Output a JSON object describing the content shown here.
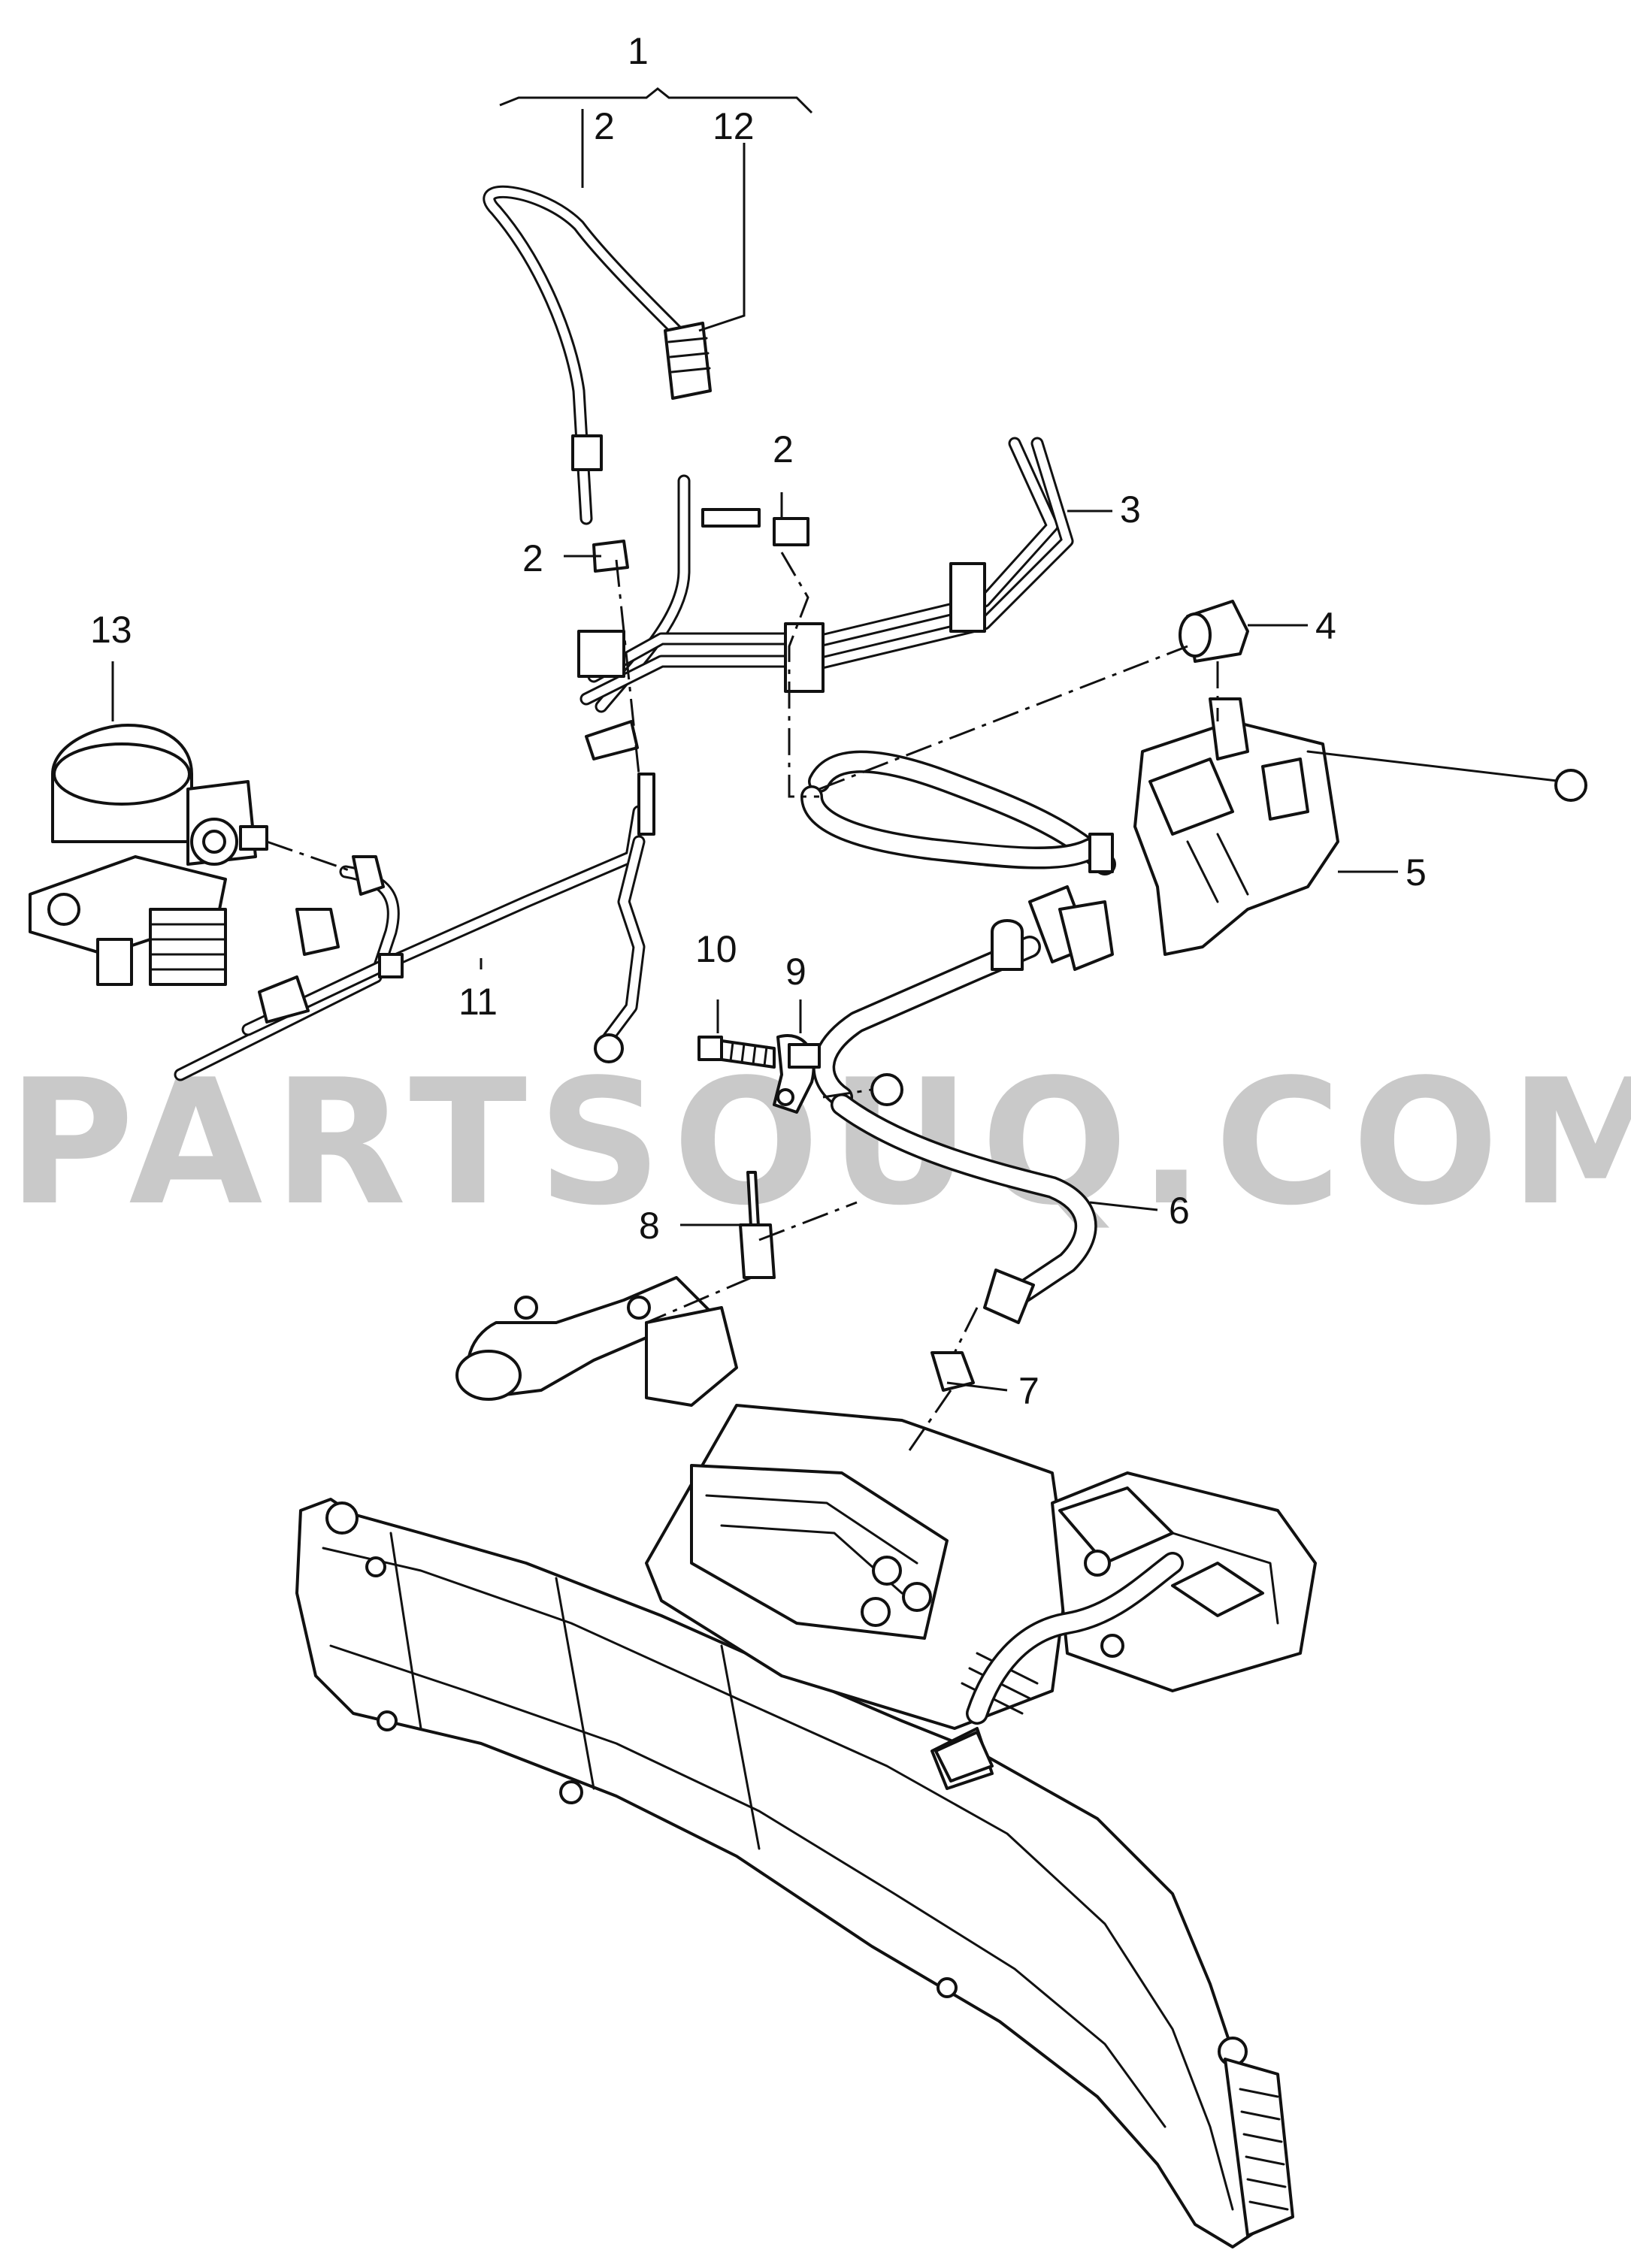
{
  "watermark": "PARTSOUQ.COM",
  "callouts": {
    "c1": "1",
    "c2a": "2",
    "c12": "12",
    "c2b": "2",
    "c2c": "2",
    "c3": "3",
    "c4": "4",
    "c5": "5",
    "c6": "6",
    "c7": "7",
    "c8": "8",
    "c9": "9",
    "c10": "10",
    "c11": "11",
    "c13": "13"
  }
}
